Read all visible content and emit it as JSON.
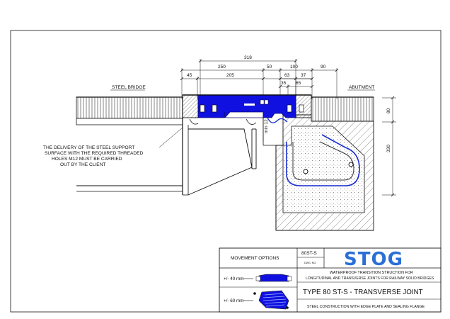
{
  "labels": {
    "steel_bridge": "STEEL BRIDGE",
    "abutment": "ABUTMENT",
    "delivery_note": [
      "THE DELIVERY OF THE STEEL SUPPORT",
      "SURFACE WITH THE REQUIRED THREADED",
      "HOLES M12 MUST BE CARRIED",
      "OUT BY THE CLIENT"
    ],
    "min_note": "min 12"
  },
  "dimensions": {
    "overall": "318",
    "left_block": "250",
    "left_edge": "45",
    "left_main": "205",
    "gap": "50",
    "center": "100",
    "right": "90",
    "sub_a": "63",
    "sub_b": "37",
    "sub_c": "35",
    "sub_d": "65",
    "height_top": "80",
    "height_total": "330"
  },
  "title_block": {
    "movement_header": "MOVEMENT OPTIONS",
    "movement_1": "+/- 40 mm",
    "movement_2": "+/- 60 mm",
    "drawing_number": "80ST-S",
    "drawing_number_label": "DWG. NO.",
    "brand": "STOG",
    "description_1": "WATERPROOF TRANSITION STRUCTION FOR",
    "description_2": "LONGITUDINAL AND TRANSVERSE JOINTS FOR RAILWAY SOLID BRIDGES",
    "type_title": "TYPE 80 ST-S - TRANSVERSE JOINT",
    "subtitle": "STEEL CONSTRUCTION WITH EDGE PLATE AND SEALING FLANGE"
  },
  "colors": {
    "seal_blue": "#1010e0",
    "line": "#111111",
    "brand_blue": "#2a6fd6"
  }
}
